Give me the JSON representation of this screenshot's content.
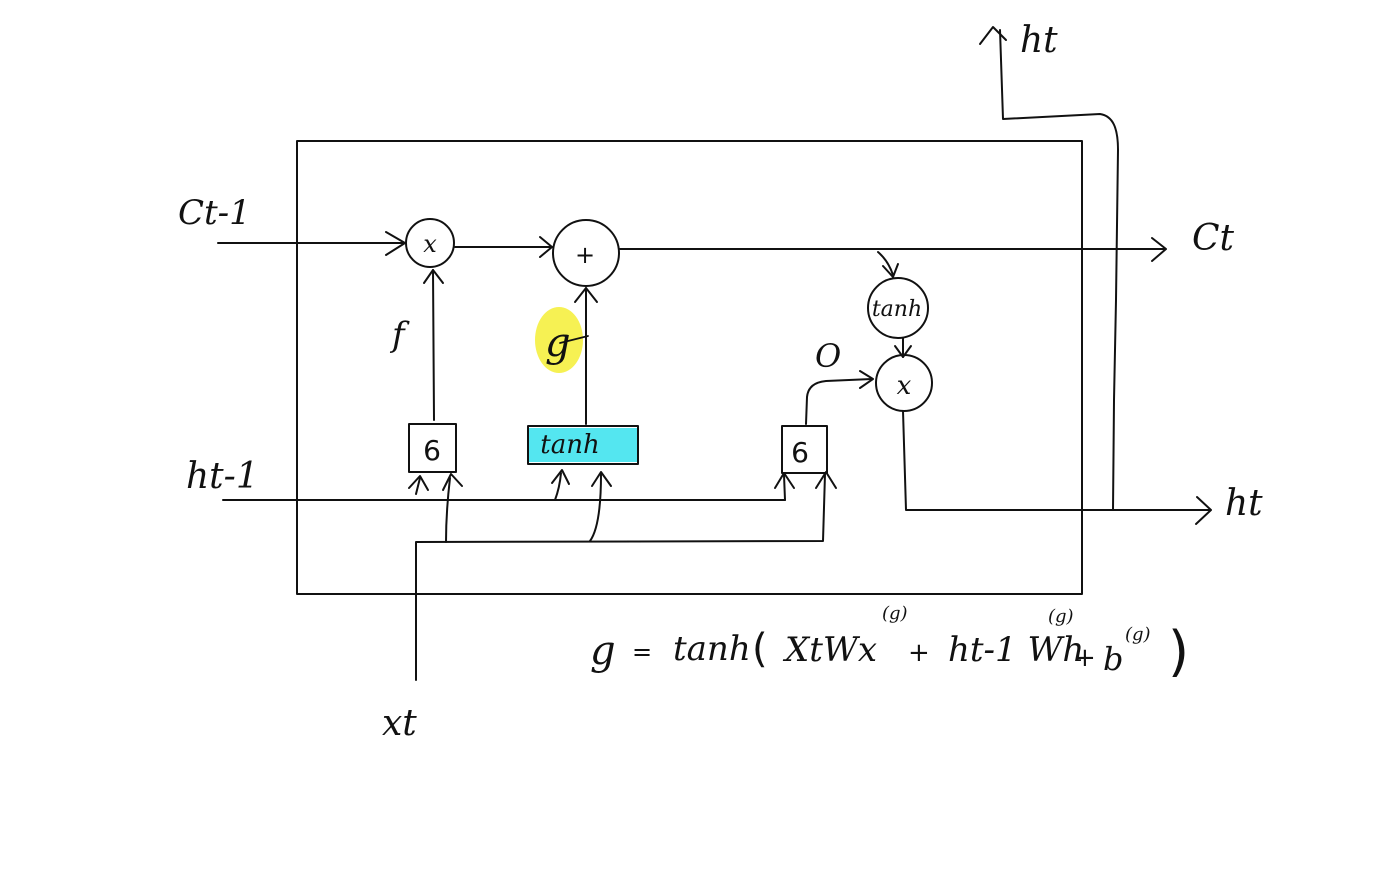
{
  "diagram": {
    "inputs": {
      "c_prev": "Ct-1",
      "h_prev": "ht-1",
      "x_t": "xt"
    },
    "outputs": {
      "c_t": "Ct",
      "h_t_right": "ht",
      "h_t_top": "ht"
    },
    "gate_labels": {
      "forget": "f",
      "candidate": "g",
      "output": "O"
    },
    "nodes": {
      "mult_forget": "x",
      "add_cell": "+",
      "tanh_cell": "tanh",
      "mult_output": "x"
    },
    "boxes": {
      "sigma_forget": "6",
      "tanh_candidate": "tanh",
      "sigma_output": "6"
    },
    "highlight_colors": {
      "candidate_label": "#f5f04a",
      "tanh_box": "#54e6f0"
    },
    "formula": {
      "lhs": "g",
      "eq": "=",
      "tanh": "tanh",
      "open": "(",
      "x_term": "XtWx",
      "x_sup": "(g)",
      "plus1": "+",
      "h_term": "ht-1 Wh",
      "h_sup": "(g)",
      "plus2": "+",
      "bias": "b",
      "b_sup": "(g)",
      "close": ")"
    }
  }
}
